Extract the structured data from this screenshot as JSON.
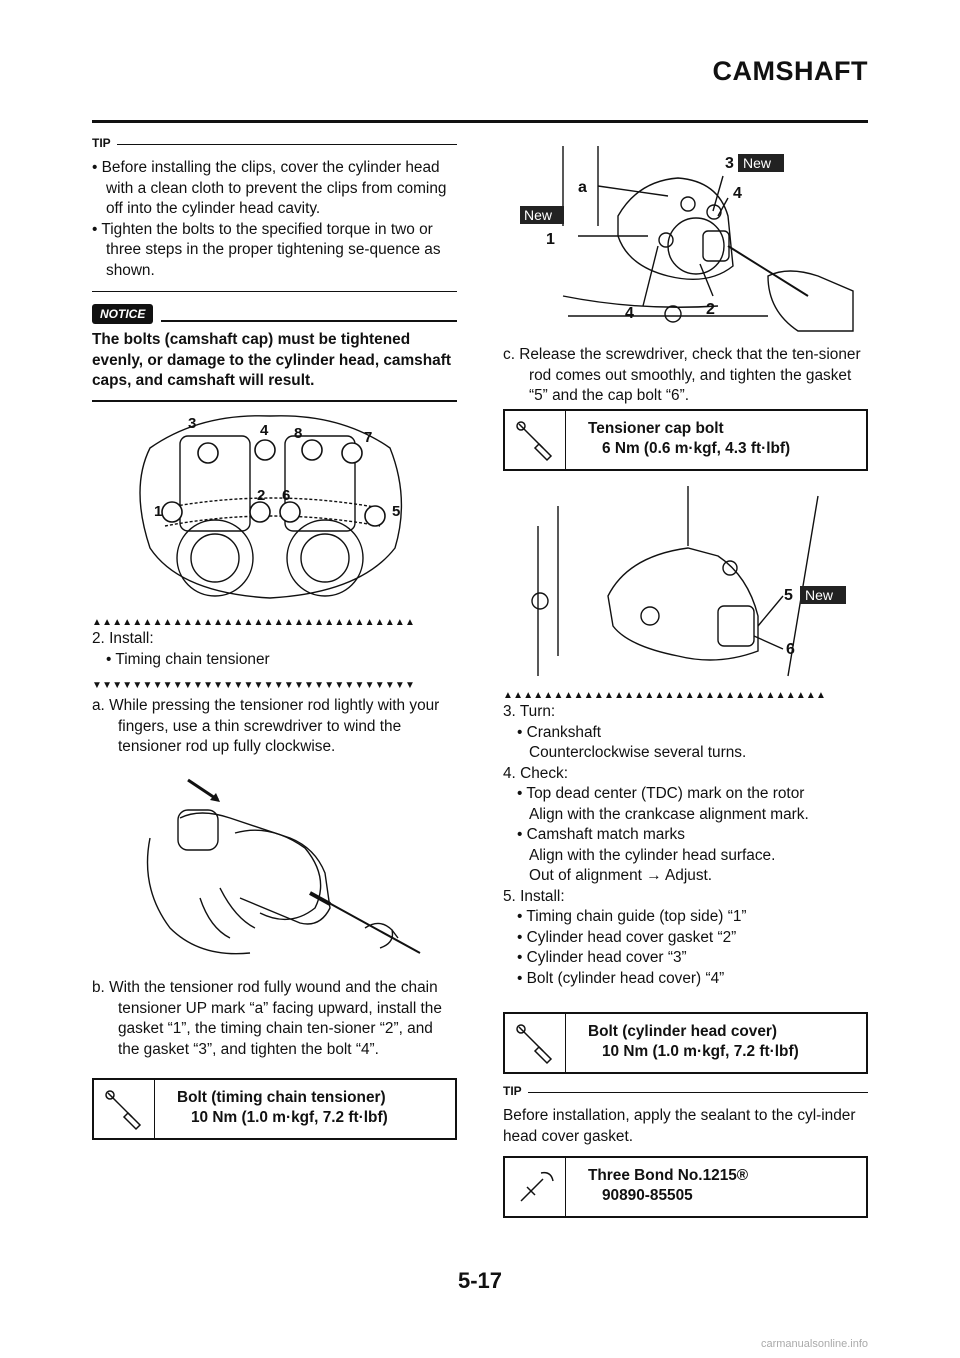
{
  "header": {
    "title": "CAMSHAFT"
  },
  "left": {
    "tip1": {
      "label": "TIP",
      "items": [
        "• Before installing the clips, cover the cylinder head with a clean cloth to prevent the clips from coming off into the cylinder head cavity.",
        "• Tighten the bolts to the specified torque in two or three steps in the proper tightening se-quence as shown."
      ]
    },
    "notice": {
      "label": "NOTICE",
      "text": "The bolts (camshaft cap) must be tightened evenly, or damage to the cylinder head, camshaft caps, and camshaft will result."
    },
    "fig1_callouts": [
      "1",
      "2",
      "3",
      "4",
      "5",
      "6",
      "7",
      "8"
    ],
    "end_arrows": "▲▲▲▲▲▲▲▲▲▲▲▲▲▲▲▲▲▲▲▲▲▲▲▲▲▲▲▲▲▲▲▲",
    "step2": "2. Install:",
    "step2_item": "• Timing chain tensioner",
    "start_arrows": "▼▼▼▼▼▼▼▼▼▼▼▼▼▼▼▼▼▼▼▼▼▼▼▼▼▼▼▼▼▼▼▼",
    "sub_a": "a. While pressing the tensioner rod lightly with your fingers, use a thin screwdriver to wind the tensioner rod up fully clockwise.",
    "sub_b": "b. With the tensioner rod fully wound and the chain tensioner UP mark “a” facing upward, install the gasket “1”, the timing chain ten-sioner “2”, and the gasket “3”, and tighten the bolt “4”.",
    "spec1": {
      "name": "Bolt (timing chain tensioner)",
      "value": "10 Nm (1.0 m·kgf, 7.2 ft·lbf)"
    }
  },
  "right": {
    "fig3_callouts": {
      "a": "a",
      "n1": "1",
      "n2": "2",
      "n3": "3",
      "n4a": "4",
      "n4b": "4",
      "new": "New"
    },
    "sub_c": "c. Release the screwdriver, check that the ten-sioner rod comes out smoothly, and tighten the gasket “5” and the cap bolt “6”.",
    "spec2": {
      "name": "Tensioner cap bolt",
      "value": "6 Nm (0.6 m·kgf, 4.3 ft·lbf)"
    },
    "fig4_callouts": {
      "n5": "5",
      "n6": "6",
      "new": "New"
    },
    "end_arrows": "▲▲▲▲▲▲▲▲▲▲▲▲▲▲▲▲▲▲▲▲▲▲▲▲▲▲▲▲▲▲▲▲",
    "step3": "3. Turn:",
    "step3_item": "• Crankshaft",
    "step3_detail": "Counterclockwise several turns.",
    "step4": "4. Check:",
    "step4_item1": "• Top dead center (TDC) mark on the rotor",
    "step4_item1_detail": "Align with the crankcase alignment mark.",
    "step4_item2": "• Camshaft match marks",
    "step4_item2_detail": "Align with the cylinder head surface.",
    "step4_item2_detail2": "Out of alignment → Adjust.",
    "step5": "5. Install:",
    "step5_items": [
      "• Timing chain guide (top side) “1”",
      "• Cylinder head cover gasket “2”",
      "• Cylinder head cover “3”",
      "• Bolt (cylinder head cover) “4”"
    ],
    "spec3": {
      "name": "Bolt (cylinder head cover)",
      "value": "10 Nm (1.0 m·kgf, 7.2 ft·lbf)"
    },
    "tip2": {
      "label": "TIP",
      "text": "Before installation, apply the sealant to the cyl-inder head cover gasket."
    },
    "spec4": {
      "name": "Three Bond No.1215®",
      "value": "90890-85505"
    }
  },
  "footer": {
    "page_number": "5-17",
    "watermark": "carmanualsonline.info"
  }
}
